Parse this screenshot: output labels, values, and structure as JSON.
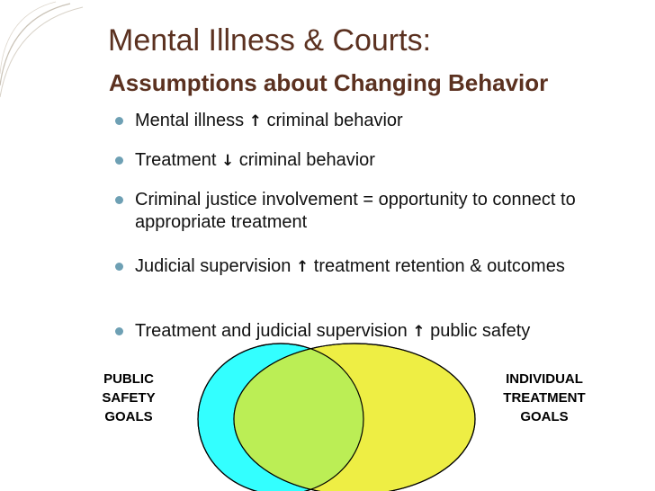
{
  "slide": {
    "title": "Mental Illness & Courts:",
    "subtitle": "Assumptions about Changing Behavior",
    "bullets": [
      {
        "before": "Mental illness ",
        "arrow": "↑",
        "after": " criminal behavior"
      },
      {
        "before": "Treatment ",
        "arrow": "↓",
        "after": " criminal behavior"
      },
      {
        "before": "Criminal justice involvement = opportunity to connect to appropriate treatment",
        "arrow": "",
        "after": ""
      },
      {
        "before": "Judicial supervision ",
        "arrow": "↑",
        "after": " treatment retention & outcomes"
      },
      {
        "before": "Treatment and judicial supervision ",
        "arrow": "↑",
        "after": " public safety"
      }
    ],
    "venn": {
      "left_label": [
        "PUBLIC",
        "SAFETY",
        "GOALS"
      ],
      "right_label": [
        "INDIVIDUAL",
        "TREATMENT",
        "GOALS"
      ],
      "left_color": "#33ffff",
      "right_color": "#eeee44",
      "overlap_color": "#bbee55"
    },
    "colors": {
      "title": "#5b3120",
      "bullet_marker": "#6ea0b4",
      "text": "#111111"
    }
  }
}
